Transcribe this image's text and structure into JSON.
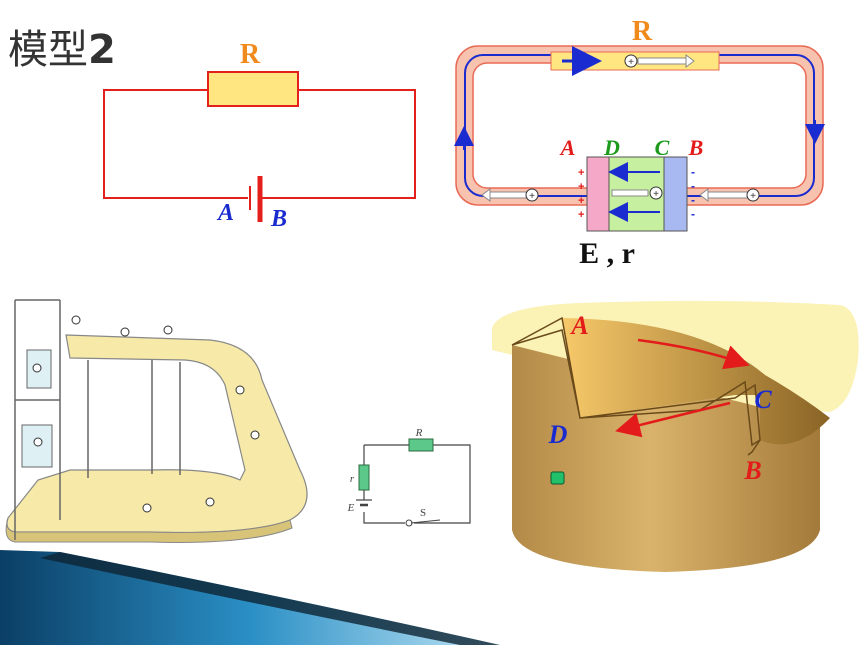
{
  "slide": {
    "title_text": "模型",
    "title_number": "2"
  },
  "circuit1": {
    "resistor_label": "R",
    "terminal_a": "A",
    "terminal_b": "B"
  },
  "circuit2": {
    "resistor_label": "R",
    "label_a": "A",
    "label_d": "D",
    "label_c": "C",
    "label_b": "B",
    "source_label": "E , r",
    "charge_symbol": "+",
    "plus_sign": "+",
    "minus_sign": "-"
  },
  "circuit3": {
    "resistor_label": "R",
    "internal_label": "r",
    "emf_label": "E",
    "switch_label": "S"
  },
  "model3d": {
    "label_a": "A",
    "label_b": "B",
    "label_c": "C",
    "label_d": "D"
  },
  "colors": {
    "wire_red": "#e3201b",
    "resistor_fill": "#ffe680",
    "label_orange": "#f08a1c",
    "label_blue": "#1a2bd0",
    "label_red": "#e31b1b",
    "label_green": "#1b9a1b"
  }
}
